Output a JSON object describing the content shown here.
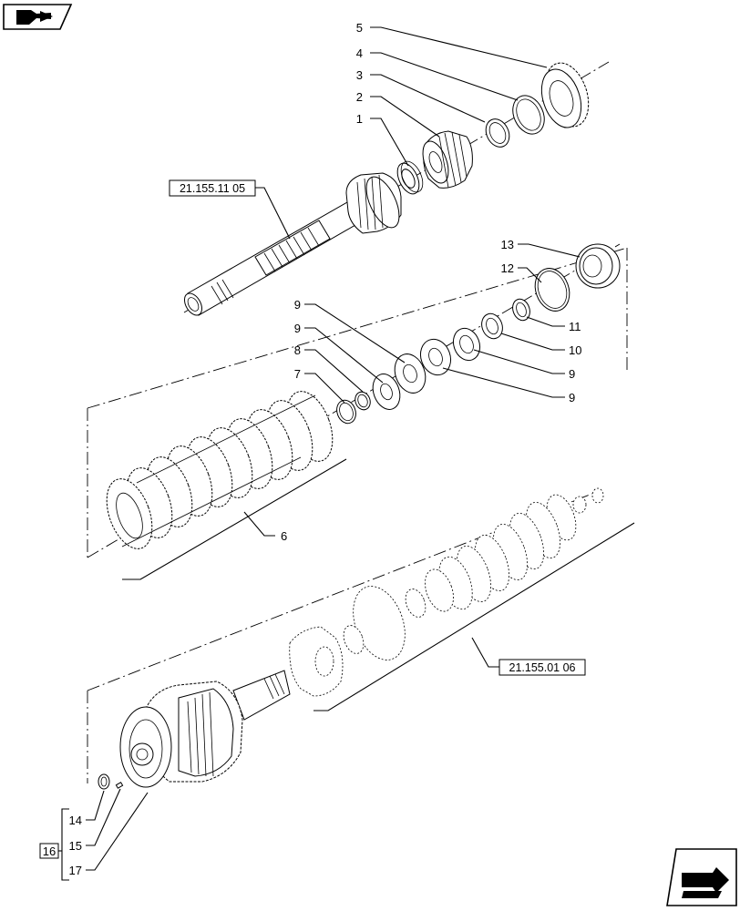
{
  "title": "",
  "callouts": {
    "c1": "1",
    "c2": "2",
    "c3": "3",
    "c4": "4",
    "c5": "5",
    "c6": "6",
    "c7": "7",
    "c8": "8",
    "c9a": "9",
    "c9b": "9",
    "c9c": "9",
    "c9d": "9",
    "c10": "10",
    "c11": "11",
    "c12": "12",
    "c13": "13",
    "c14": "14",
    "c15": "15",
    "c16": "16",
    "c17": "17"
  },
  "references": {
    "shaft_ref": "21.155.11 05",
    "clutch_ref": "21.155.01 06"
  },
  "icons": {
    "top_left": "previous-page-arrow-icon",
    "bottom_right": "next-page-arrow-icon"
  }
}
